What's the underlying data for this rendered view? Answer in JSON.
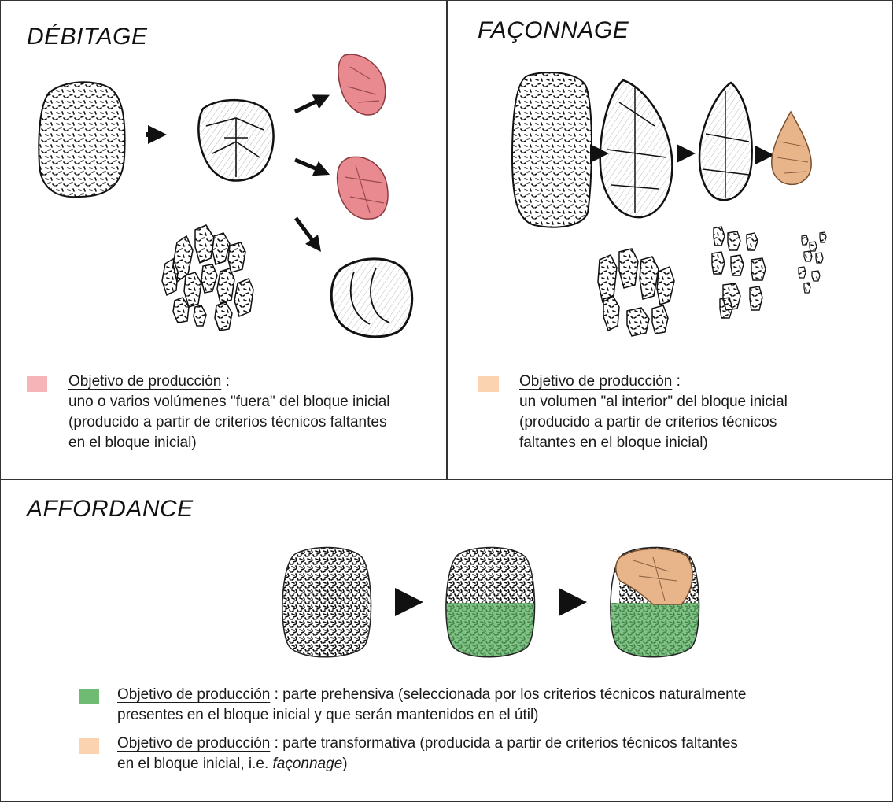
{
  "colors": {
    "debitage_swatch": "#f6b4b9",
    "faconnage_swatch": "#fbd3b0",
    "prehensive_swatch": "#6fbb74",
    "transformative_swatch": "#fbd3b0",
    "pink_fill": "#e88a90",
    "orange_fill": "#e8b48a",
    "green_fill": "#57ad5f"
  },
  "debitage": {
    "title": "DÉBITAGE",
    "legend": {
      "label": "Objetivo de producción",
      "sep": " :",
      "line1": "uno o varios volúmenes \"fuera\" del bloque inicial",
      "line2": "(producido a partir de criterios técnicos faltantes",
      "line3": "en el bloque inicial)"
    }
  },
  "faconnage": {
    "title": "FAÇONNAGE",
    "legend": {
      "label": "Objetivo de producción",
      "sep": " :",
      "line1": "un volumen \"al interior\" del bloque inicial",
      "line2": "(producido a partir de criterios técnicos",
      "line3": "faltantes en el bloque inicial)"
    }
  },
  "affordance": {
    "title": "AFFORDANCE",
    "legend1": {
      "label": "Objetivo de producción",
      "text1": " : parte prehensiva (seleccionada por los criterios técnicos naturalmente",
      "text2": "presentes en el bloque inicial y que serán mantenidos en el útil)"
    },
    "legend2": {
      "label": "Objetivo de producción",
      "text1": " : parte transformativa (producida a partir de criterios técnicos faltantes",
      "text2a": "en el bloque inicial, i.e. ",
      "text2b": "façonnage",
      "text2c": ")"
    }
  }
}
